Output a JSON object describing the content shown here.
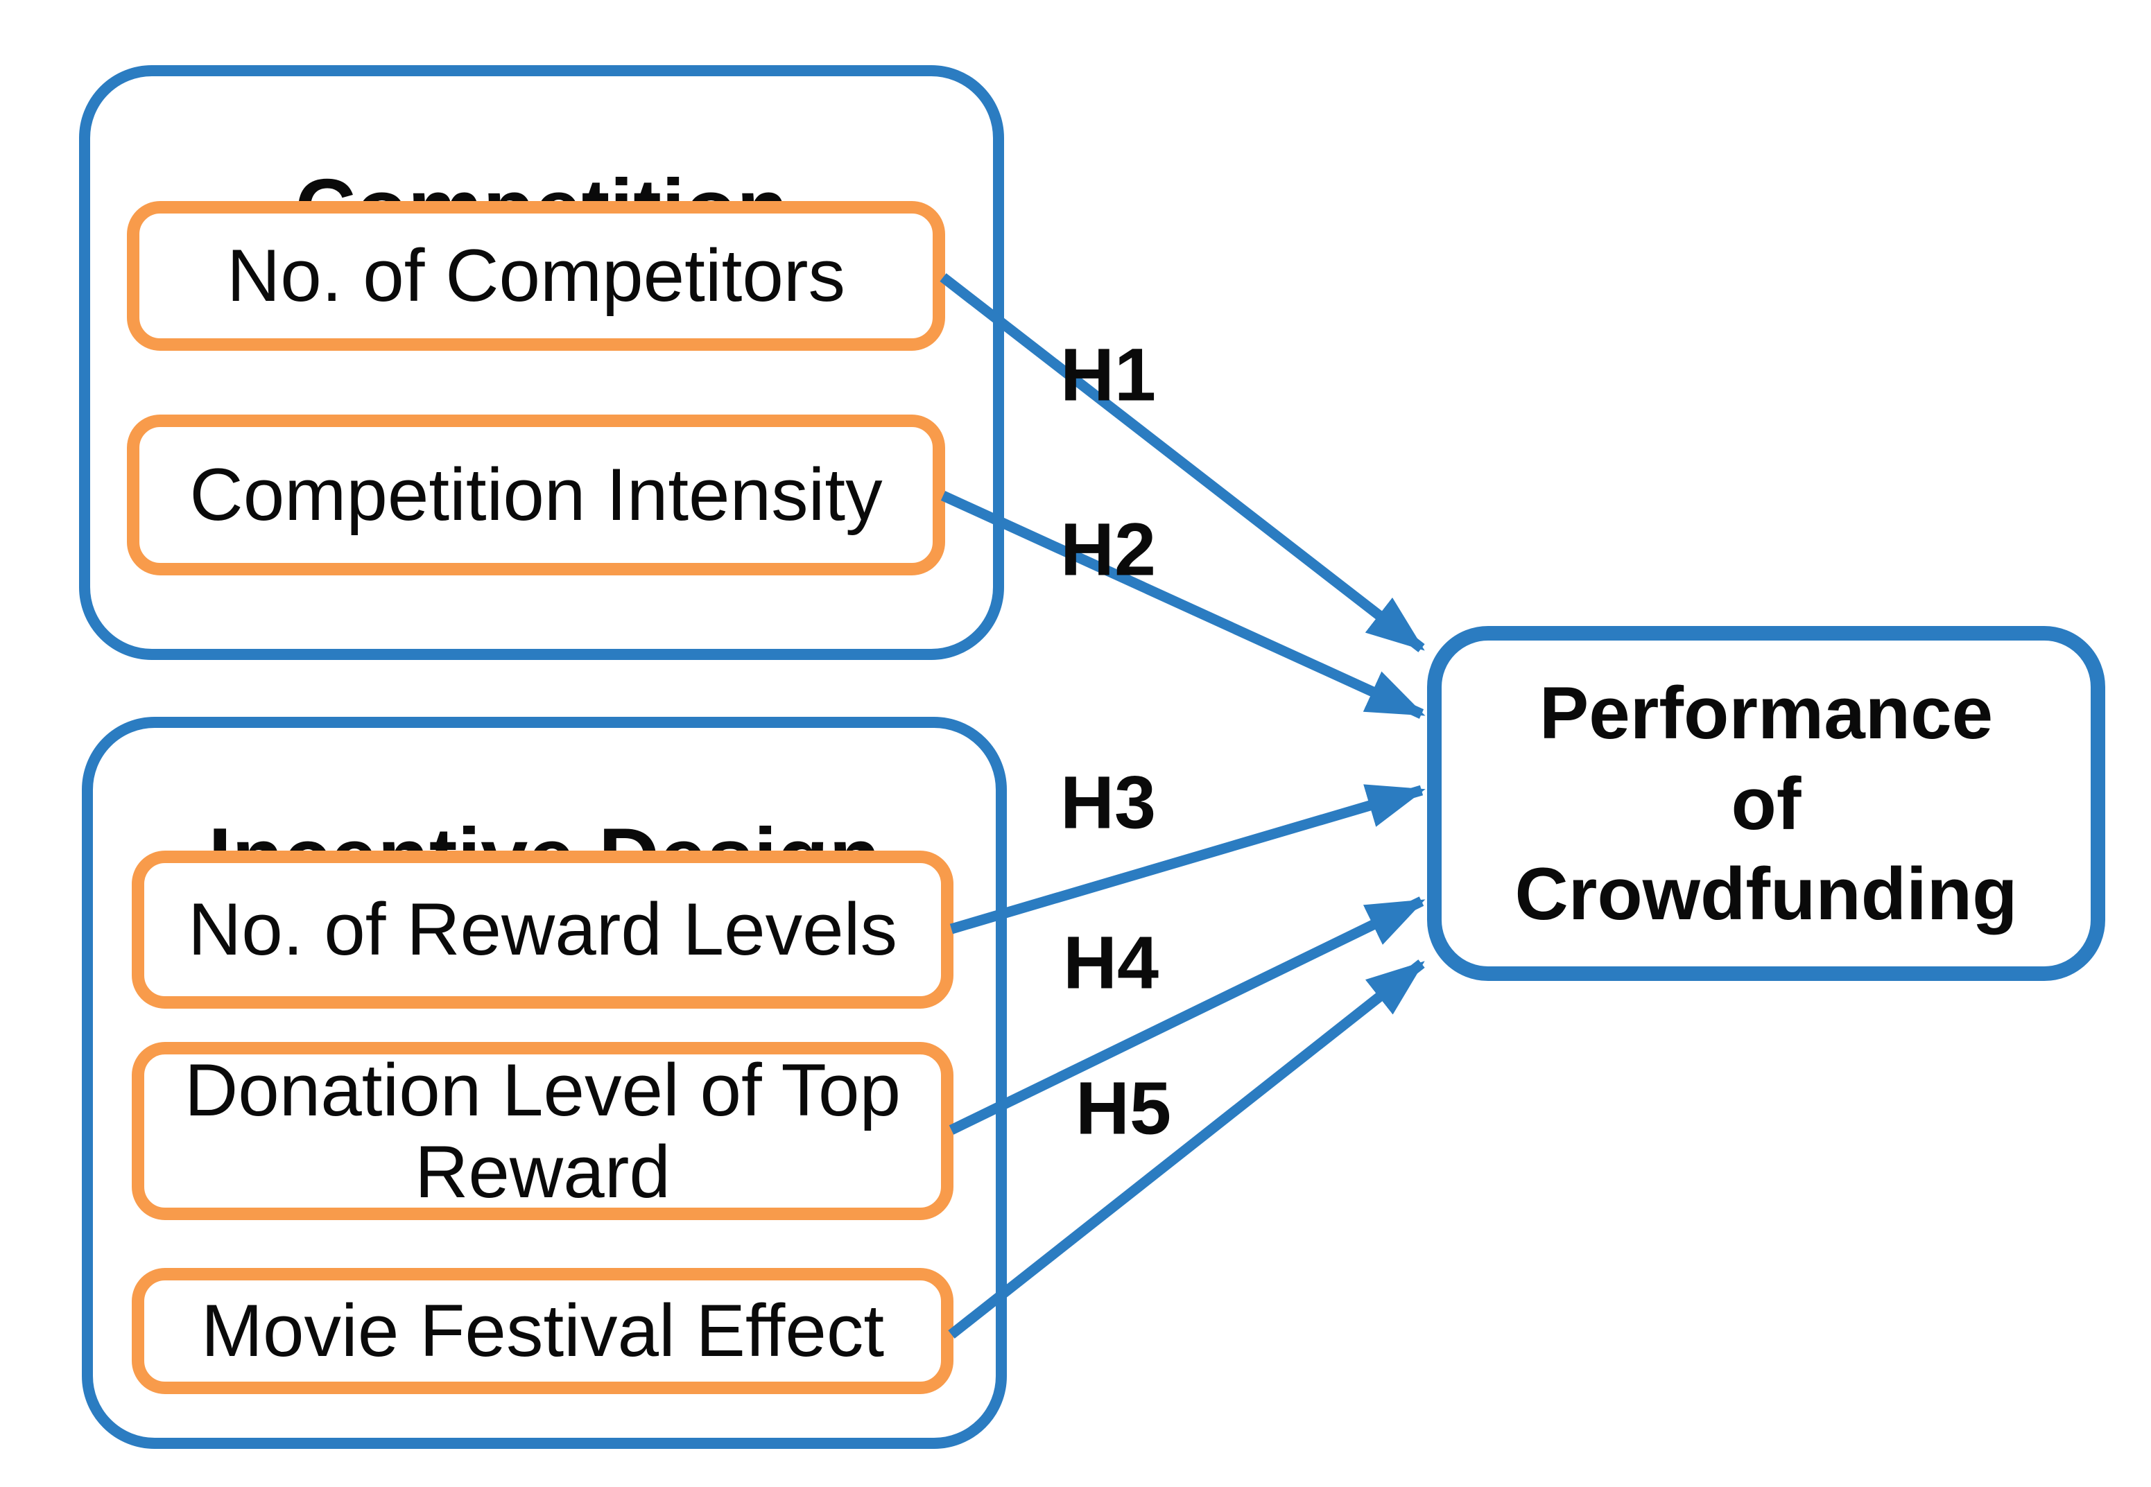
{
  "diagram": {
    "colors": {
      "group_border": "#2b7cc1",
      "item_border": "#f89b4b",
      "arrow": "#2b7cc1",
      "text": "#0a0a0a",
      "background": "#ffffff"
    },
    "groups": [
      {
        "title": "Competition",
        "items": [
          {
            "label": "No. of Competitors"
          },
          {
            "label": "Competition Intensity"
          }
        ]
      },
      {
        "title": "Incentive Design",
        "items": [
          {
            "label": "No. of Reward Levels"
          },
          {
            "label": "Donation Level of Top Reward"
          },
          {
            "label": "Movie Festival Effect"
          }
        ]
      }
    ],
    "outcome": {
      "label": "Performance of Crowdfunding"
    },
    "hypotheses": [
      {
        "label": "H1",
        "from": "No. of Competitors",
        "to": "Performance of Crowdfunding"
      },
      {
        "label": "H2",
        "from": "Competition Intensity",
        "to": "Performance of Crowdfunding"
      },
      {
        "label": "H3",
        "from": "No. of Reward Levels",
        "to": "Performance of Crowdfunding"
      },
      {
        "label": "H4",
        "from": "Donation Level of Top Reward",
        "to": "Performance of Crowdfunding"
      },
      {
        "label": "H5",
        "from": "Movie Festival Effect",
        "to": "Performance of Crowdfunding"
      }
    ]
  }
}
